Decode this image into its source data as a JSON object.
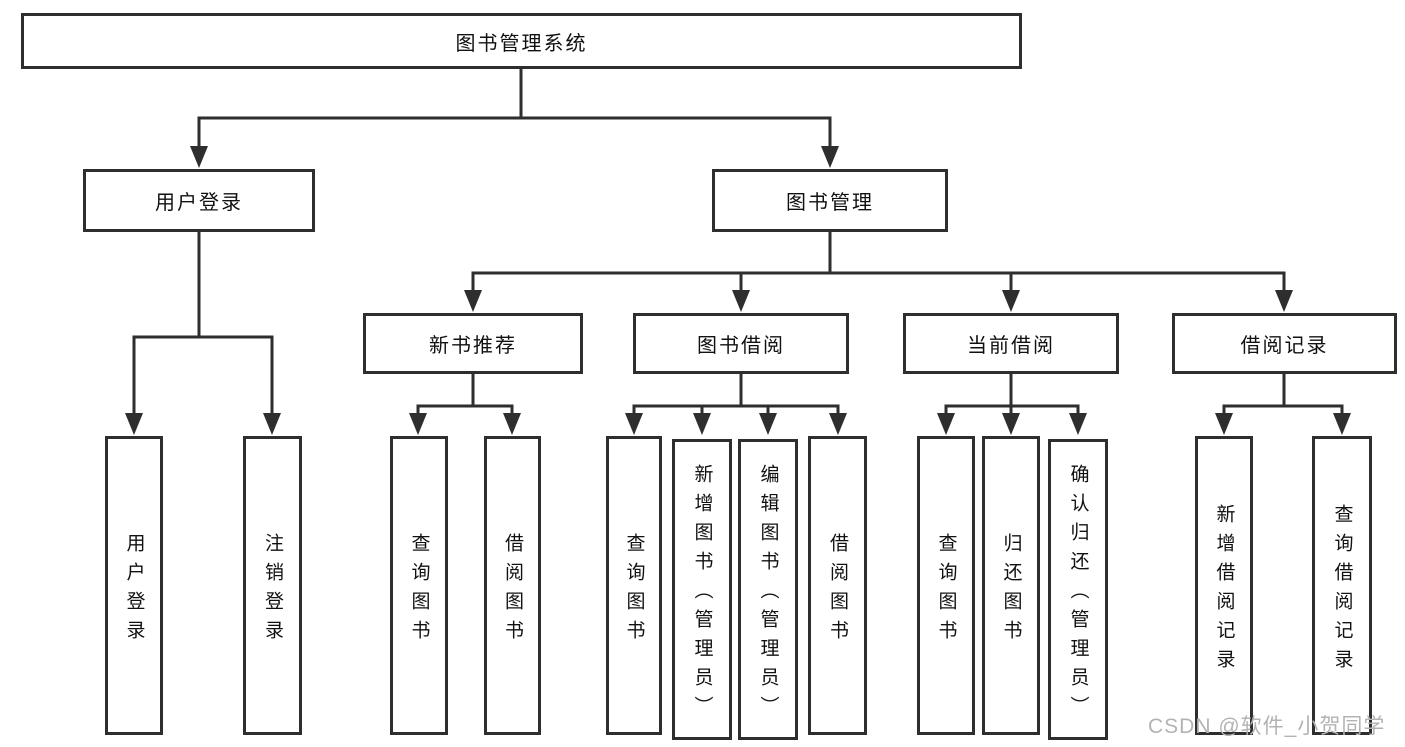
{
  "tree": {
    "label": "图书管理系统",
    "children": [
      {
        "label": "用户登录",
        "children": [
          {
            "label": "用户登录"
          },
          {
            "label": "注销登录"
          }
        ]
      },
      {
        "label": "图书管理",
        "children": [
          {
            "label": "新书推荐",
            "children": [
              {
                "label": "查询图书"
              },
              {
                "label": "借阅图书"
              }
            ]
          },
          {
            "label": "图书借阅",
            "children": [
              {
                "label": "查询图书"
              },
              {
                "label": "新增图书（管理员）"
              },
              {
                "label": "编辑图书（管理员）"
              },
              {
                "label": "借阅图书"
              }
            ]
          },
          {
            "label": "当前借阅",
            "children": [
              {
                "label": "查询图书"
              },
              {
                "label": "归还图书"
              },
              {
                "label": "确认归还（管理员）"
              }
            ]
          },
          {
            "label": "借阅记录",
            "children": [
              {
                "label": "新增借阅记录"
              },
              {
                "label": "查询借阅记录"
              }
            ]
          }
        ]
      }
    ]
  },
  "watermark": "CSDN @软件_小贺同学",
  "colors": {
    "line": "#2e2e2e",
    "box_border": "#2e2e2e",
    "text": "#111111",
    "watermark": "#b3b3b3",
    "background": "#ffffff"
  }
}
